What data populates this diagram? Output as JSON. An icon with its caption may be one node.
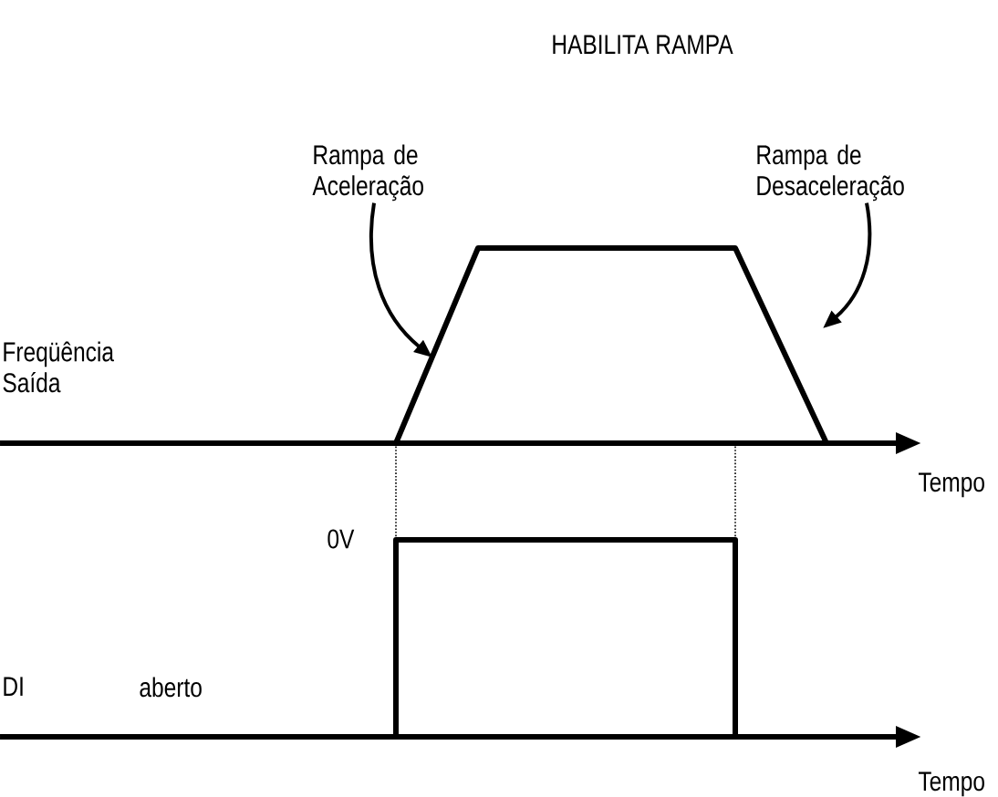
{
  "diagram": {
    "title": "HABILITA RAMPA",
    "nodes": [
      {
        "text": [
          "Rampa de Aceleração"
        ]
      },
      {
        "text": [
          "Rampa de Desaceleração"
        ]
      },
      {
        "text": [],
        "shape": "line"
      }
    ],
    "edges": [
      {
        "from": 0,
        "to": 2,
        "arrow": "to"
      },
      {
        "from": 1,
        "to": 2,
        "arrow": "to"
      }
    ],
    "labels": [
      "Freqüência Saída",
      "Tempo",
      "0V",
      "DI",
      "aberto",
      "Tempo"
    ]
  }
}
